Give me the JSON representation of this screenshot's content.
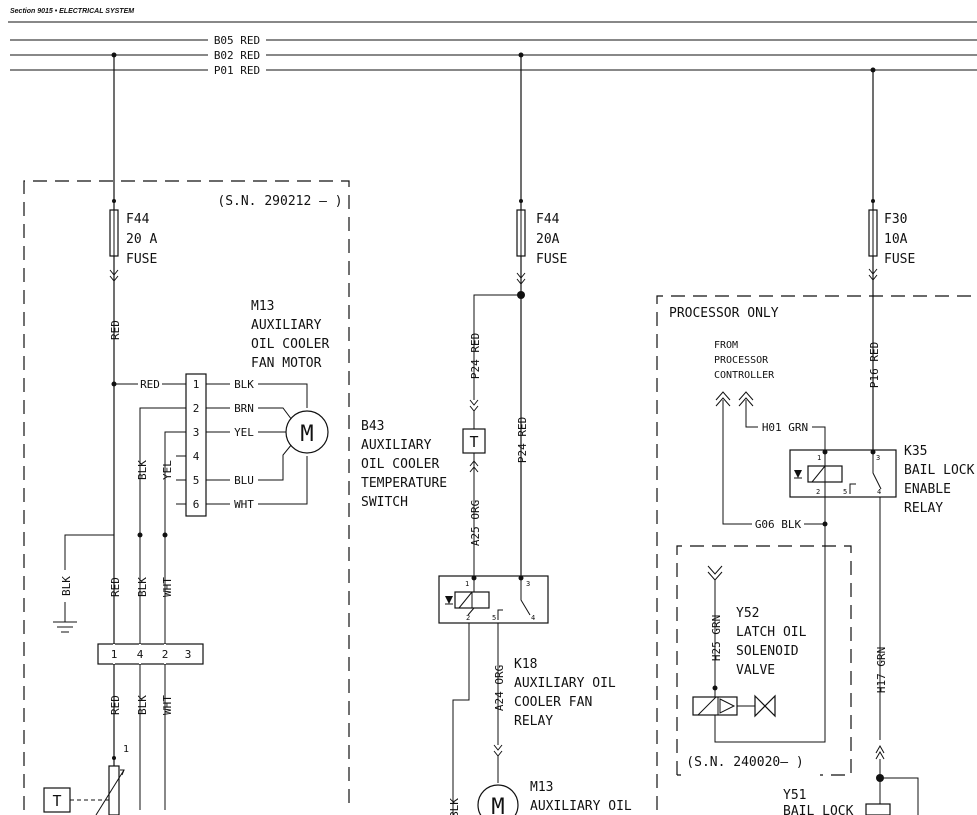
{
  "header": {
    "section": "Section 9015 • ELECTRICAL SYSTEM"
  },
  "buses": {
    "b05": "B05 RED",
    "b02": "B02 RED",
    "p01": "P01 RED"
  },
  "left_group": {
    "serial": "(S.N. 290212 — )",
    "fuse": [
      "F44",
      "20 A",
      "FUSE"
    ],
    "wire_red": "RED",
    "motor": [
      "M13",
      "AUXILIARY",
      "OIL COOLER",
      "FAN MOTOR"
    ],
    "motor_symbol": "M",
    "connector_pins": [
      "1",
      "2",
      "3",
      "4",
      "5",
      "6"
    ],
    "pin_wires": [
      "RED",
      "BLK",
      "BRN",
      "YEL",
      "BLU",
      "WHT"
    ],
    "vert_labels": {
      "blk": "BLK",
      "yel": "YEL",
      "ground_blk": "BLK",
      "red2": "RED",
      "blk2": "BLK",
      "wht2": "WHT",
      "red3": "RED",
      "blk3": "BLK",
      "wht3": "WHT"
    },
    "connector2": [
      "1",
      "4",
      "2",
      "3"
    ],
    "sensor_pin": "1",
    "sensor_symbol": "T"
  },
  "middle_group": {
    "fuse": [
      "F44",
      "20A",
      "FUSE"
    ],
    "switch": [
      "B43",
      "AUXILIARY",
      "OIL COOLER",
      "TEMPERATURE",
      "SWITCH"
    ],
    "switch_symbol": "T",
    "wires": {
      "p24a": "P24 RED",
      "p24b": "P24 RED",
      "a25": "A25 ORG",
      "a24": "A24 ORG",
      "blk": "BLK"
    },
    "relay": [
      "K18",
      "AUXILIARY OIL",
      "COOLER FAN",
      "RELAY"
    ],
    "relay_pins": [
      "1",
      "2",
      "3",
      "4",
      "5"
    ],
    "motor": [
      "M13",
      "AUXILIARY OIL"
    ],
    "motor_symbol": "M"
  },
  "right_group": {
    "fuse": [
      "F30",
      "10A",
      "FUSE"
    ],
    "processor_only": "PROCESSOR ONLY",
    "from_controller": [
      "FROM",
      "PROCESSOR",
      "CONTROLLER"
    ],
    "wires": {
      "p16": "P16 RED",
      "h01": "H01 GRN",
      "g06": "G06 BLK",
      "h25": "H25 GRN",
      "h17": "H17 GRN"
    },
    "relay": [
      "K35",
      "BAIL LOCK",
      "ENABLE",
      "RELAY"
    ],
    "relay_pins": [
      "1",
      "2",
      "3",
      "4",
      "5"
    ],
    "valve": [
      "Y52",
      "LATCH OIL",
      "SOLENOID",
      "VALVE"
    ],
    "serial": "(S.N. 240020— )",
    "y51": [
      "Y51",
      "BAIL LOCK"
    ]
  }
}
